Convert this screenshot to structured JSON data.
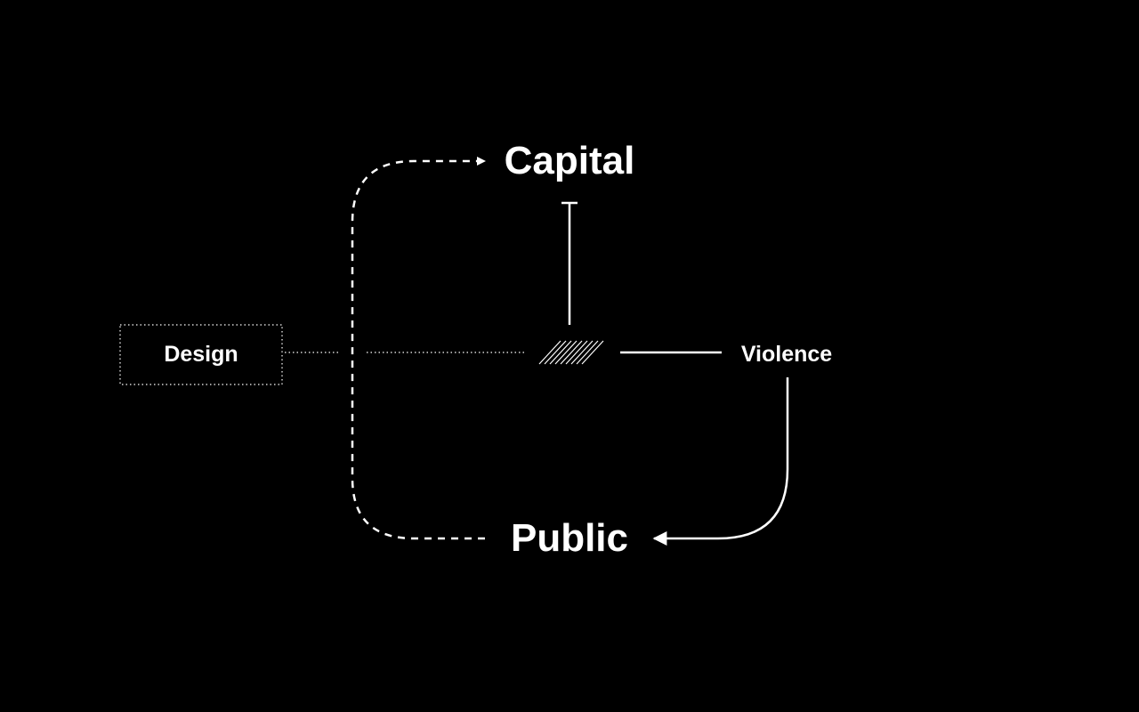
{
  "diagram": {
    "nodes": {
      "capital": "Capital",
      "public": "Public",
      "design": "Design",
      "violence": "Violence"
    },
    "colors": {
      "background": "#000000",
      "foreground": "#ffffff"
    }
  }
}
